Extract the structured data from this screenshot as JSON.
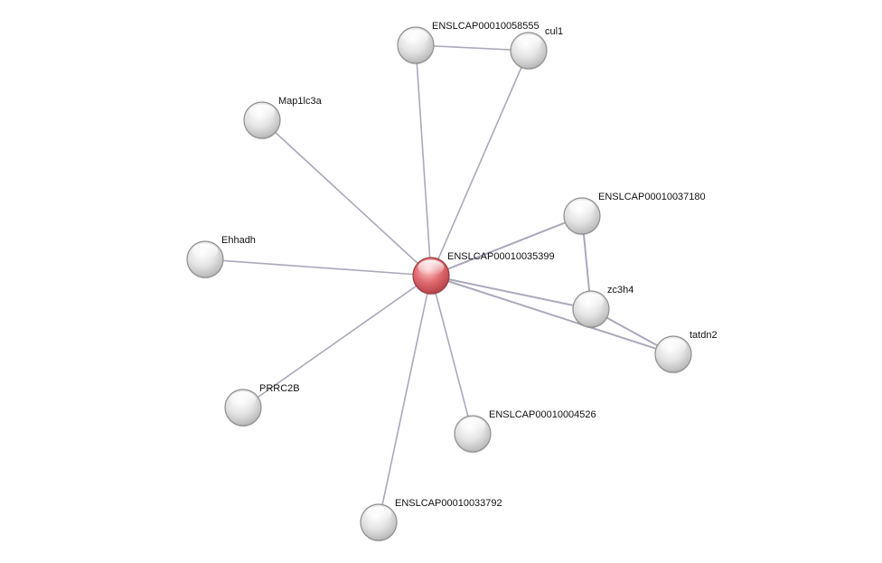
{
  "network": {
    "colors": {
      "query_node": "#e06a70",
      "partner_node": "#e6e6e6",
      "edge": "#aaa8bc",
      "label": "#111111"
    },
    "nodes": [
      {
        "id": "center",
        "label": "ENSLCAP00010035399",
        "type": "query"
      },
      {
        "id": "n58555",
        "label": "ENSLCAP00010058555",
        "type": "partner"
      },
      {
        "id": "cul1",
        "label": "cul1",
        "type": "partner"
      },
      {
        "id": "map1lc3a",
        "label": "Map1lc3a",
        "type": "partner"
      },
      {
        "id": "n37180",
        "label": "ENSLCAP00010037180",
        "type": "partner"
      },
      {
        "id": "ehhadh",
        "label": "Ehhadh",
        "type": "partner"
      },
      {
        "id": "zc3h4",
        "label": "zc3h4",
        "type": "partner"
      },
      {
        "id": "tatdn2",
        "label": "tatdn2",
        "type": "partner"
      },
      {
        "id": "prrc2b",
        "label": "PRRC2B",
        "type": "partner"
      },
      {
        "id": "n04526",
        "label": "ENSLCAP00010004526",
        "type": "partner"
      },
      {
        "id": "n33792",
        "label": "ENSLCAP00010033792",
        "type": "partner"
      }
    ],
    "edges": [
      {
        "source": "center",
        "target": "n58555"
      },
      {
        "source": "center",
        "target": "cul1"
      },
      {
        "source": "n58555",
        "target": "cul1"
      },
      {
        "source": "center",
        "target": "map1lc3a"
      },
      {
        "source": "center",
        "target": "ehhadh"
      },
      {
        "source": "center",
        "target": "n37180"
      },
      {
        "source": "n37180",
        "target": "zc3h4"
      },
      {
        "source": "center",
        "target": "zc3h4"
      },
      {
        "source": "center",
        "target": "tatdn2"
      },
      {
        "source": "zc3h4",
        "target": "tatdn2"
      },
      {
        "source": "center",
        "target": "prrc2b"
      },
      {
        "source": "center",
        "target": "n04526"
      },
      {
        "source": "center",
        "target": "n33792"
      }
    ]
  }
}
